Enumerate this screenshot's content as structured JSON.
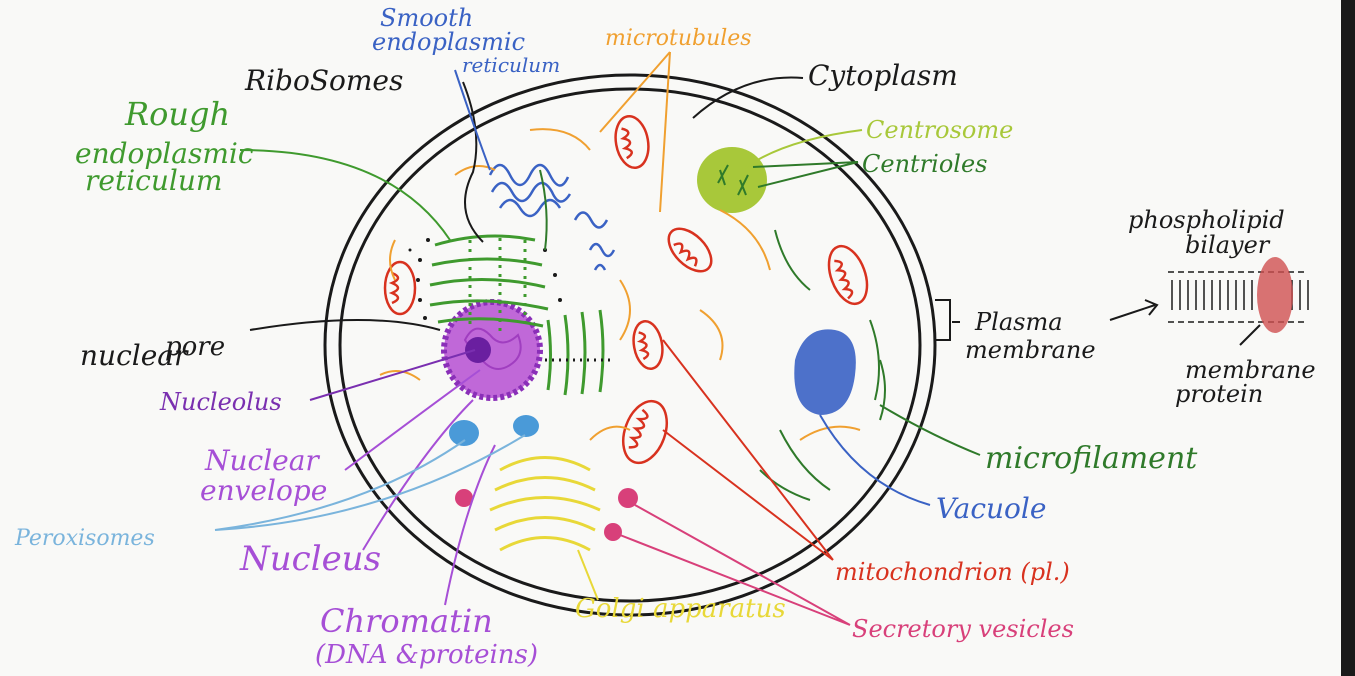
{
  "labels": {
    "smooth_er": [
      "Smooth",
      "endoplasmic",
      "reticulum"
    ],
    "microtubules": "microtubules",
    "ribosomes": "RiboSomes",
    "cytoplasm": "Cytoplasm",
    "rough_er": [
      "Rough",
      "endoplasmic",
      "reticulum"
    ],
    "centrosome": "Centrosome",
    "centrioles": "Centrioles",
    "phospholipid": [
      "phospholipid",
      "bilayer"
    ],
    "plasma_membrane": [
      "Plasma",
      "membrane"
    ],
    "membrane_protein": [
      "membrane",
      "protein"
    ],
    "nuclear_pore": [
      "nuclear",
      "pore"
    ],
    "nucleolus": "Nucleolus",
    "nuclear_envelope": [
      "Nuclear",
      "envelope"
    ],
    "microfilament": "microfilament",
    "vacuole": "Vacuole",
    "peroxisomes": "Peroxisomes",
    "nucleus": "Nucleus",
    "mitochondrion": "mitochondrion (pl.)",
    "chromatin": [
      "Chromatin",
      "(DNA &proteins)"
    ],
    "golgi": "Golgi apparatus",
    "secretory_vesicles": "Secretory vesicles"
  },
  "colors": {
    "black": "#1a1a1a",
    "green": "#3f9a2e",
    "blue": "#3a62c4",
    "orange": "#f0a030",
    "lime": "#a8c83a",
    "purple": "#a64fd6",
    "dark_purple": "#7a2fb0",
    "light_blue": "#7ab4dc",
    "red": "#d8321f",
    "yellow": "#e8d838",
    "pink": "#d8407a",
    "dark_green": "#2f7a2a"
  }
}
